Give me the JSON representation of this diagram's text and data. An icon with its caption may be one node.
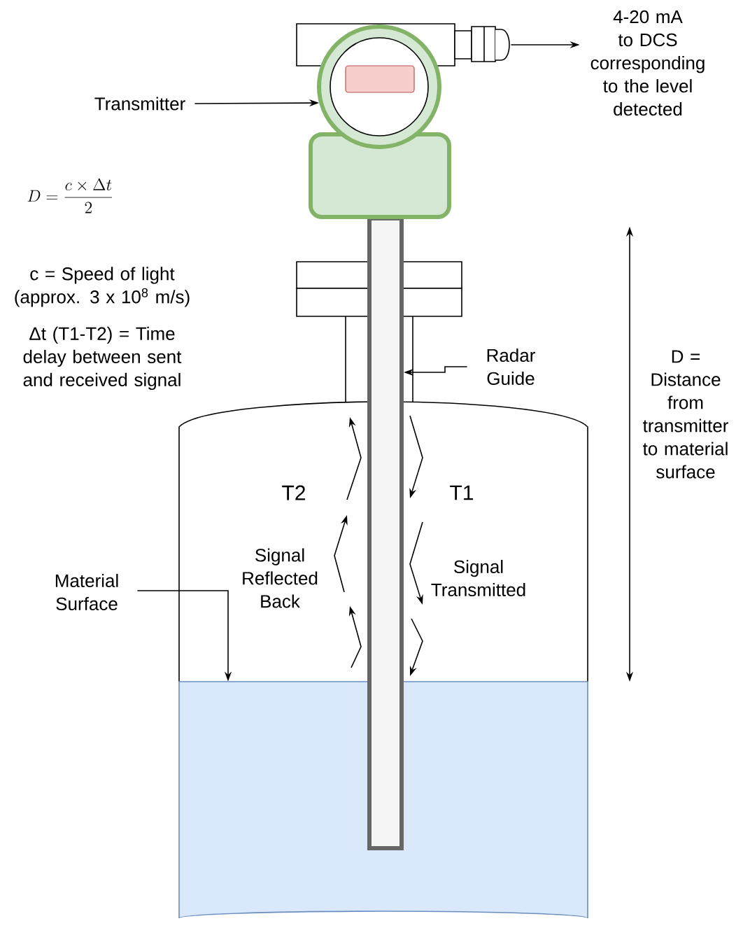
{
  "diagram": {
    "nodes": [
      {
        "text": [
          "Transmitter"
        ]
      },
      {
        "text": [],
        "shape": "circle"
      },
      {
        "text": [],
        "shape": "box"
      },
      {
        "text": [
          "4-20 mA to DCS corresponding to the level detected"
        ]
      },
      {
        "text": [
          "Radar Guide"
        ]
      },
      {
        "text": [],
        "shape": "bar"
      },
      {
        "text": [
          "Material Surface"
        ]
      },
      {
        "text": [],
        "shape": "box"
      }
    ],
    "edges": [
      {
        "from": 0,
        "to": 1,
        "arrow": "to"
      },
      {
        "from": 2,
        "to": 3,
        "arrow": "to"
      },
      {
        "from": 4,
        "to": 5,
        "arrow": "to"
      },
      {
        "from": 6,
        "to": 7,
        "arrow": "to"
      }
    ],
    "labels": [
      "D = \\frac{c \\times \\Delta t}{2}",
      "c = Speed of light (approx. 3 x 10$^{8}$ m/s)",
      "Δt (T1-T2) = Time delay between sent and received signal",
      "D = Distance from transmitter to material surface",
      "T2",
      "T1",
      "Signal Reflected Back",
      "Signal Transmitted"
    ]
  }
}
